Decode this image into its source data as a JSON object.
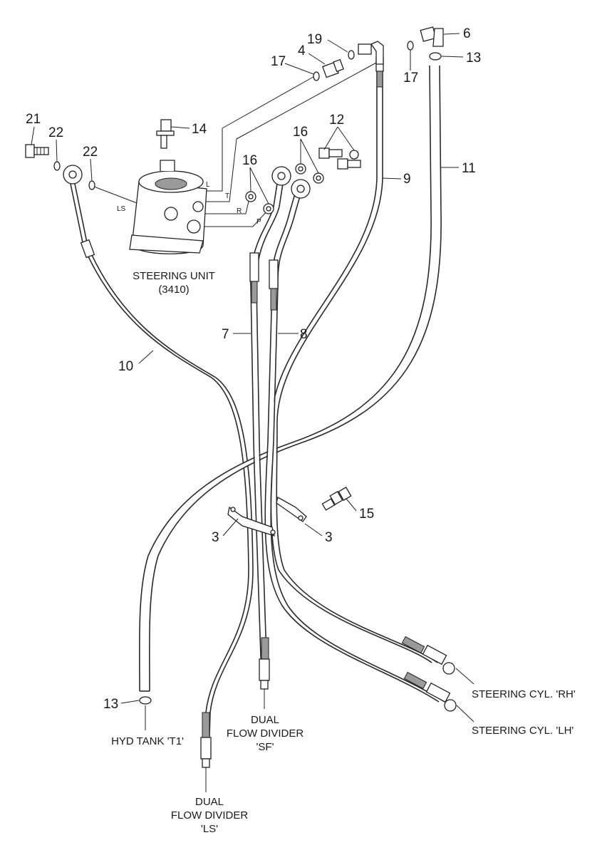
{
  "callouts": {
    "n3": "3",
    "n4": "4",
    "n6": "6",
    "n7": "7",
    "n8": "8",
    "n9": "9",
    "n10": "10",
    "n11": "11",
    "n12": "12",
    "n13": "13",
    "n14": "14",
    "n15": "15",
    "n16": "16",
    "n17": "17",
    "n19": "19",
    "n21": "21",
    "n22": "22"
  },
  "ports": {
    "L": "L",
    "T": "T",
    "LS": "LS",
    "R": "R",
    "P": "P"
  },
  "labels": {
    "steering_unit": "STEERING UNIT",
    "steering_unit_code": "(3410)",
    "hyd_tank": "HYD TANK 'T1'",
    "flow_divider_sf_1": "DUAL",
    "flow_divider_sf_2": "FLOW DIVIDER",
    "flow_divider_sf_3": "'SF'",
    "flow_divider_ls_1": "DUAL",
    "flow_divider_ls_2": "FLOW DIVIDER",
    "flow_divider_ls_3": "'LS'",
    "cyl_rh": "STEERING CYL. 'RH'",
    "cyl_lh": "STEERING CYL. 'LH'"
  },
  "colors": {
    "line": "#2a2a2a",
    "background": "#ffffff"
  }
}
